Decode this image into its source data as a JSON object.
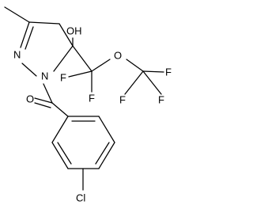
{
  "molecule": {
    "atom_labels": {
      "n_ring_top": "N",
      "n_ring_acyl": "N",
      "oh": "OH",
      "o_carbonyl": "O",
      "o_ether": "O",
      "f_a": "F",
      "f_b": "F",
      "f_c": "F",
      "f_d": "F",
      "f_e": "F",
      "cl": "Cl"
    }
  },
  "colors": {
    "bond": "#000000",
    "text": "#000000",
    "background": "#ffffff"
  }
}
